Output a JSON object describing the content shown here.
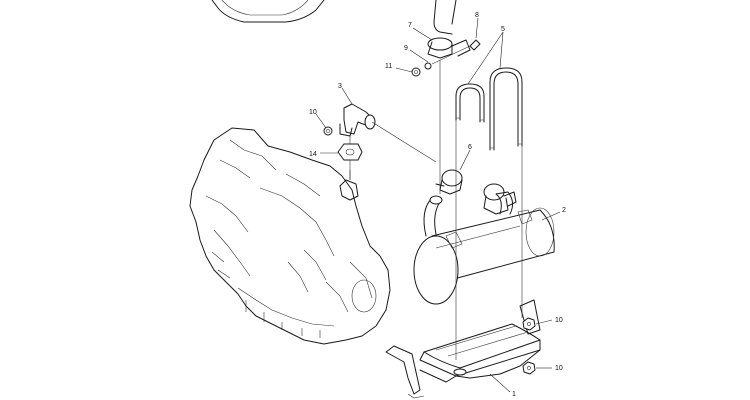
{
  "diagram": {
    "callouts": [
      {
        "id": "c7",
        "text": "7"
      },
      {
        "id": "c8",
        "text": "8"
      },
      {
        "id": "c5",
        "text": "5"
      },
      {
        "id": "c9",
        "text": "9"
      },
      {
        "id": "c11",
        "text": "11"
      },
      {
        "id": "c3",
        "text": "3"
      },
      {
        "id": "c10a",
        "text": "10"
      },
      {
        "id": "c14",
        "text": "14"
      },
      {
        "id": "c6",
        "text": "6"
      },
      {
        "id": "c2",
        "text": "2"
      },
      {
        "id": "c10b",
        "text": "10"
      },
      {
        "id": "c10c",
        "text": "10"
      },
      {
        "id": "c1",
        "text": "1"
      }
    ]
  }
}
